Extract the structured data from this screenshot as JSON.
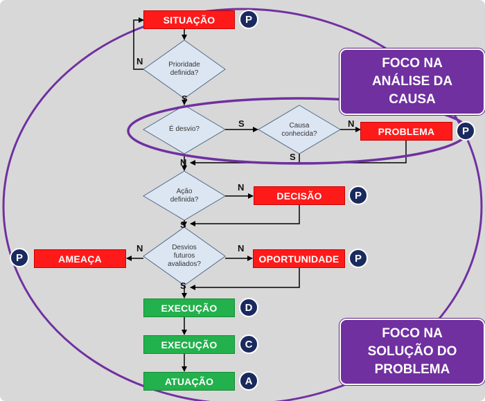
{
  "nodes": {
    "situacao": "SITUAÇÃO",
    "problema": "PROBLEMA",
    "decisao": "DECISÃO",
    "ameaca": "AMEAÇA",
    "oportunidade": "OPORTUNIDADE",
    "execucao1": "EXECUÇÃO",
    "execucao2": "EXECUÇÃO",
    "atuacao": "ATUAÇÃO"
  },
  "decisions": {
    "prioridade": "Prioridade\ndefinida?",
    "desvio": "É desvio?",
    "causa": "Causa\nconhecida?",
    "acao": "Ação\ndefinida?",
    "desvios_futuros": "Desvios\nfuturos\navaliados?"
  },
  "badges": {
    "situacao": "P",
    "problema": "P",
    "decisao": "P",
    "ameaca": "P",
    "oportunidade": "P",
    "execucao1": "D",
    "execucao2": "C",
    "atuacao": "A"
  },
  "edge_labels": {
    "yes": "S",
    "no": "N"
  },
  "focus": {
    "analysis": "FOCO NA\nANÁLISE DA\nCAUSA",
    "solution": "FOCO NA\nSOLUÇÃO DO\nPROBLEMA"
  },
  "colors": {
    "red_box": "#ff1a1a",
    "green_box": "#22b14c",
    "badge": "#1a2a5e",
    "focus": "#7030a0",
    "diamond": "#dce6f2"
  }
}
